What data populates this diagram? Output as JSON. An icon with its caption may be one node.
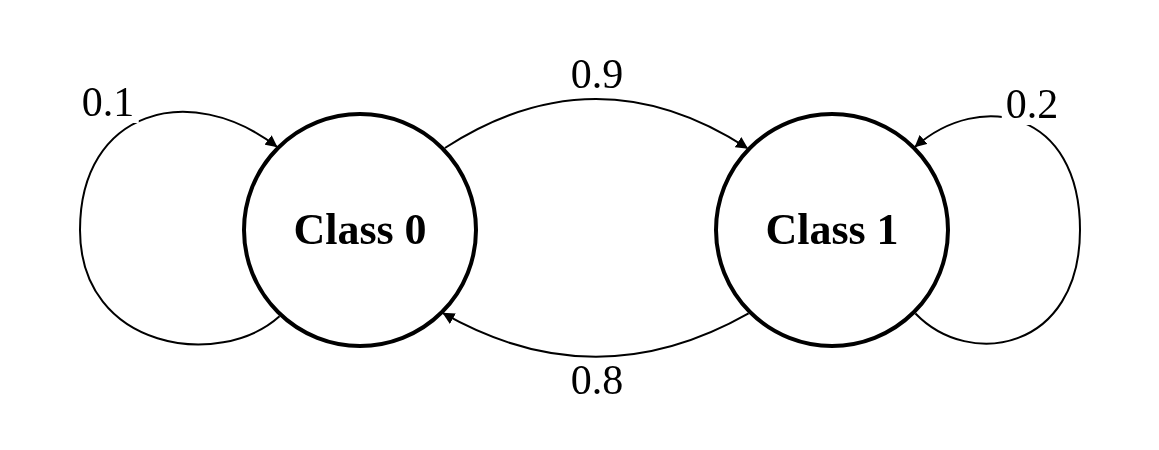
{
  "diagram": {
    "nodes": [
      {
        "text": [
          "Class 0"
        ]
      },
      {
        "text": [
          "Class 1"
        ]
      }
    ],
    "edges": [
      {
        "from": 0,
        "to": 0,
        "arrow": "to",
        "label": "0.1"
      },
      {
        "from": 0,
        "to": 1,
        "arrow": "to",
        "label": "0.9"
      },
      {
        "from": 1,
        "to": 1,
        "arrow": "to",
        "label": "0.2"
      },
      {
        "from": 1,
        "to": 0,
        "arrow": "to",
        "label": "0.8"
      }
    ]
  }
}
